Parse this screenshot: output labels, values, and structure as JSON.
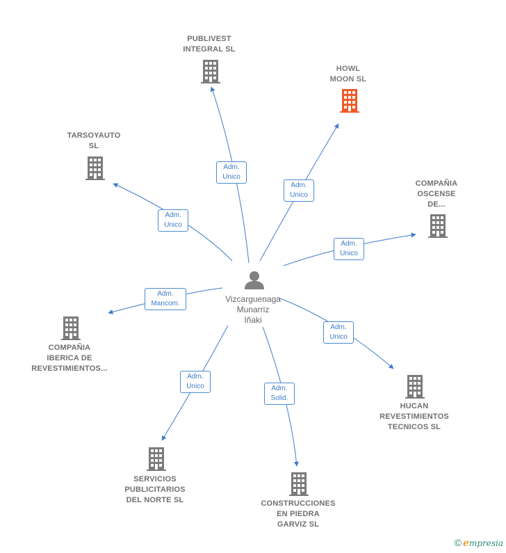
{
  "colors": {
    "edge": "#3d7cc9",
    "building": "#7b7b7b",
    "building_highlight": "#f05a28",
    "person": "#808080"
  },
  "center": {
    "icon": "person-icon",
    "name_lines": [
      "Vizcarguenaga",
      "Munarriz",
      "Iñaki"
    ]
  },
  "companies": [
    {
      "id": "publivest",
      "name_lines": [
        "PUBLIVEST",
        "INTEGRAL  SL"
      ],
      "icon": "building-icon",
      "highlight": false,
      "role_lines": [
        "Adm.",
        "Unico"
      ]
    },
    {
      "id": "howl",
      "name_lines": [
        "HOWL",
        "MOON  SL"
      ],
      "icon": "building-icon",
      "highlight": true,
      "role_lines": [
        "Adm.",
        "Unico"
      ]
    },
    {
      "id": "tarsoyauto",
      "name_lines": [
        "TARSOYAUTO",
        "SL"
      ],
      "icon": "building-icon",
      "highlight": false,
      "role_lines": [
        "Adm.",
        "Unico"
      ]
    },
    {
      "id": "oscense",
      "name_lines": [
        "COMPAÑIA",
        "OSCENSE",
        "DE..."
      ],
      "icon": "building-icon",
      "highlight": false,
      "role_lines": [
        "Adm.",
        "Unico"
      ]
    },
    {
      "id": "iberica",
      "name_lines": [
        "COMPAÑIA",
        "IBERICA DE",
        "REVESTIMIENTOS..."
      ],
      "icon": "building-icon",
      "highlight": false,
      "role_lines": [
        "Adm.",
        "Mancom."
      ]
    },
    {
      "id": "hucan",
      "name_lines": [
        "HUCAN",
        "REVESTIMIENTOS",
        "TECNICOS SL"
      ],
      "icon": "building-icon",
      "highlight": false,
      "role_lines": [
        "Adm.",
        "Unico"
      ]
    },
    {
      "id": "servicios",
      "name_lines": [
        "SERVICIOS",
        "PUBLICITARIOS",
        "DEL NORTE SL"
      ],
      "icon": "building-icon",
      "highlight": false,
      "role_lines": [
        "Adm.",
        "Unico"
      ]
    },
    {
      "id": "construcciones",
      "name_lines": [
        "CONSTRUCCIONES",
        "EN PIEDRA",
        "GARVIZ SL"
      ],
      "icon": "building-icon",
      "highlight": false,
      "role_lines": [
        "Adm.",
        "Solid."
      ]
    }
  ],
  "footer": {
    "copyright_symbol": "©",
    "brand_first": "e",
    "brand_rest": "mpresia"
  }
}
